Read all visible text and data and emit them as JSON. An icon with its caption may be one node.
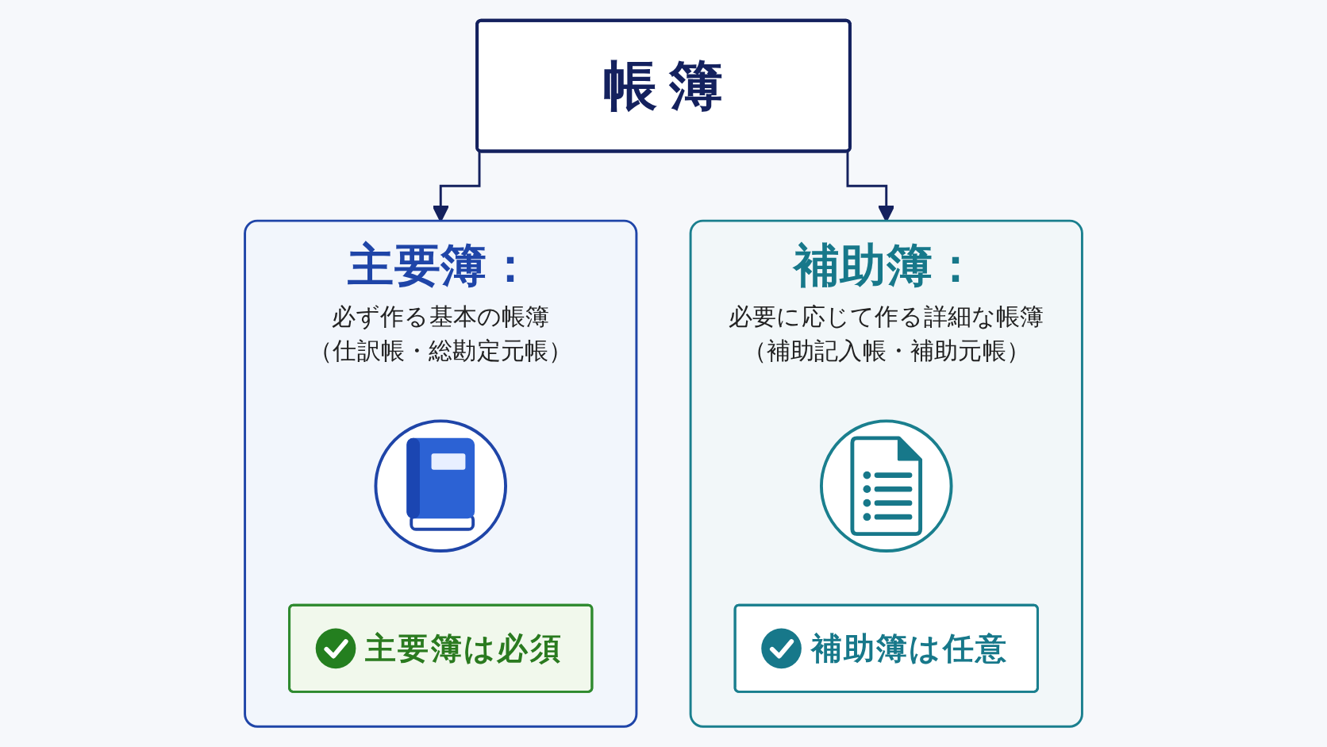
{
  "diagram": {
    "nodes": [
      {
        "text": [
          "帳簿"
        ]
      },
      {
        "text": [
          "主要簿：",
          "必ず作る基本の帳簿（仕訳帳・総勘定元帳）"
        ]
      },
      {
        "text": [],
        "shape": "circle",
        "in": 1
      },
      {
        "text": [
          "主要簿は必須"
        ],
        "in": 1
      },
      {
        "text": [
          "補助簿：",
          "必要に応じて作る詳細な帳簿（補助記入帳・補助元帳）"
        ]
      },
      {
        "text": [],
        "shape": "circle",
        "in": 4
      },
      {
        "text": [
          "補助簿は任意"
        ],
        "in": 4
      }
    ],
    "edges": [
      {
        "from": 0,
        "to": 1,
        "arrow": "to"
      },
      {
        "from": 0,
        "to": 4,
        "arrow": "to"
      }
    ]
  }
}
